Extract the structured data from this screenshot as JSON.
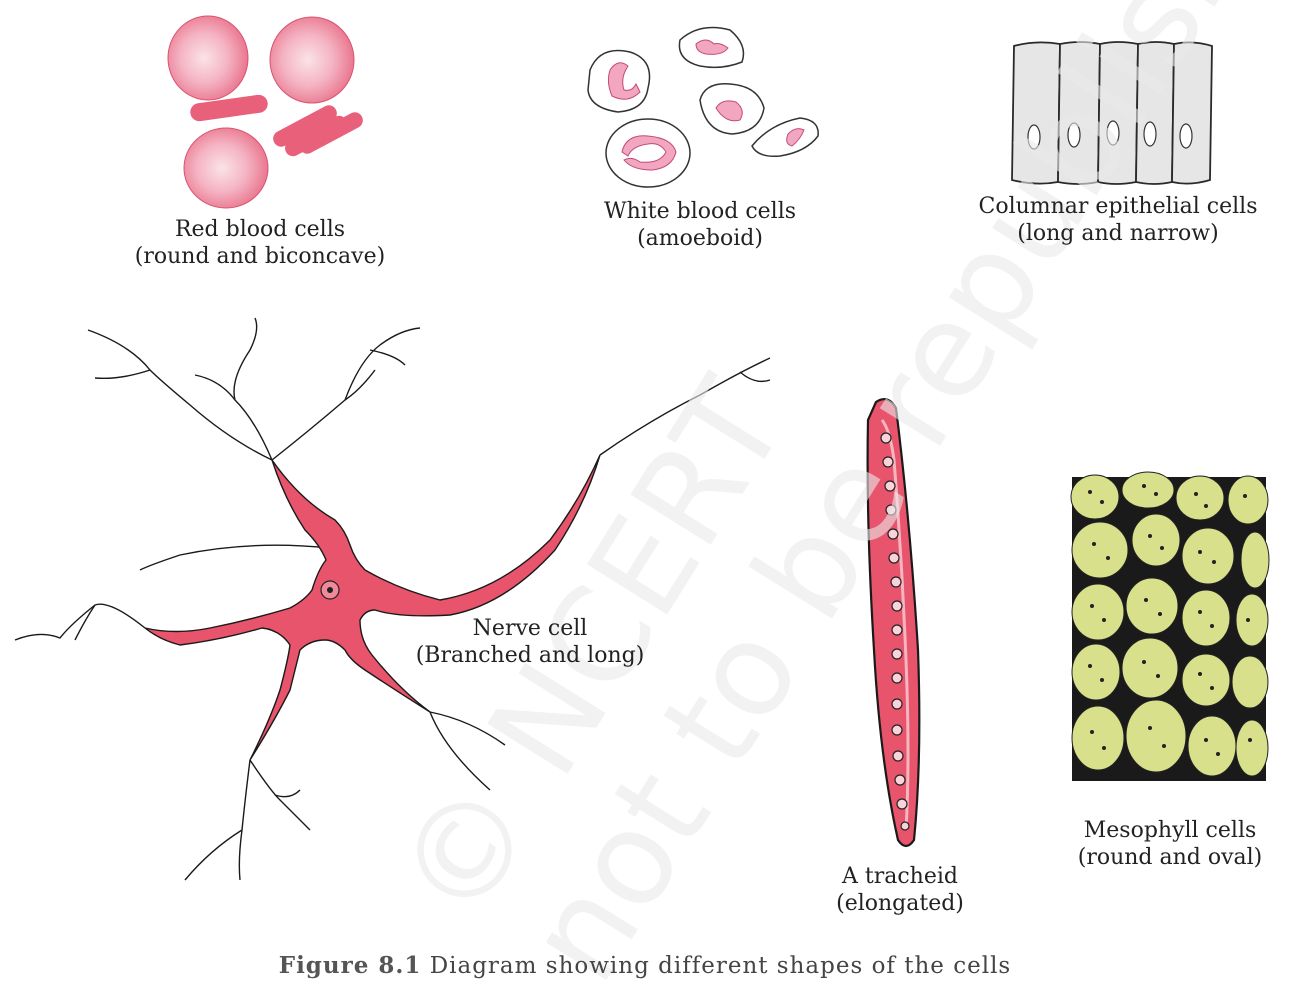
{
  "labels": {
    "rbc": {
      "title": "Red blood cells",
      "subtitle": "(round and biconcave)"
    },
    "wbc": {
      "title": "White blood cells",
      "subtitle": "(amoeboid)"
    },
    "columnar": {
      "title": "Columnar epithelial cells",
      "subtitle": "(long and narrow)"
    },
    "nerve": {
      "title": "Nerve cell",
      "subtitle": "(Branched and long)"
    },
    "tracheid": {
      "title": "A tracheid",
      "subtitle": "(elongated)"
    },
    "mesophyll": {
      "title": "Mesophyll cells",
      "subtitle": "(round and oval)"
    }
  },
  "caption": {
    "figure": "Figure 8.1",
    "text": "Diagram showing different shapes of the cells"
  },
  "watermark": {
    "line1": "© NCERT",
    "line2": "not to be republished"
  },
  "colors": {
    "rbc_pink": "#e8607a",
    "rbc_light": "#f6c4cf",
    "wbc_nucleus": "#f3a6c0",
    "columnar_fill": "#e6e6e6",
    "nerve_red": "#e8546b",
    "mesophyll_green": "#d8e08c"
  }
}
